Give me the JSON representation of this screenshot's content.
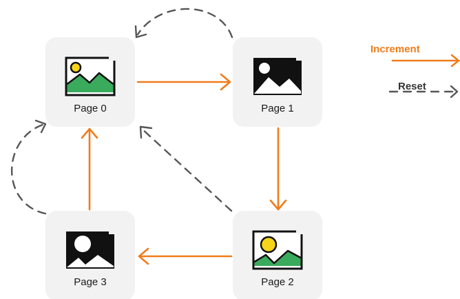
{
  "pages": [
    {
      "label": "Page 0"
    },
    {
      "label": "Page 1"
    },
    {
      "label": "Page 2"
    },
    {
      "label": "Page 3"
    }
  ],
  "legend": {
    "increment_label": "Increment",
    "reset_label": "Reset"
  },
  "colors": {
    "increment": "#f07c1a",
    "reset": "#555555",
    "card_bg": "#f2f2f2",
    "green": "#3aaa5c",
    "sun": "#f5d41a"
  },
  "icons": [
    "image-icon-outline",
    "image-icon-inverted",
    "image-icon-outline-large-sun",
    "image-icon-inverted-large-sun"
  ]
}
